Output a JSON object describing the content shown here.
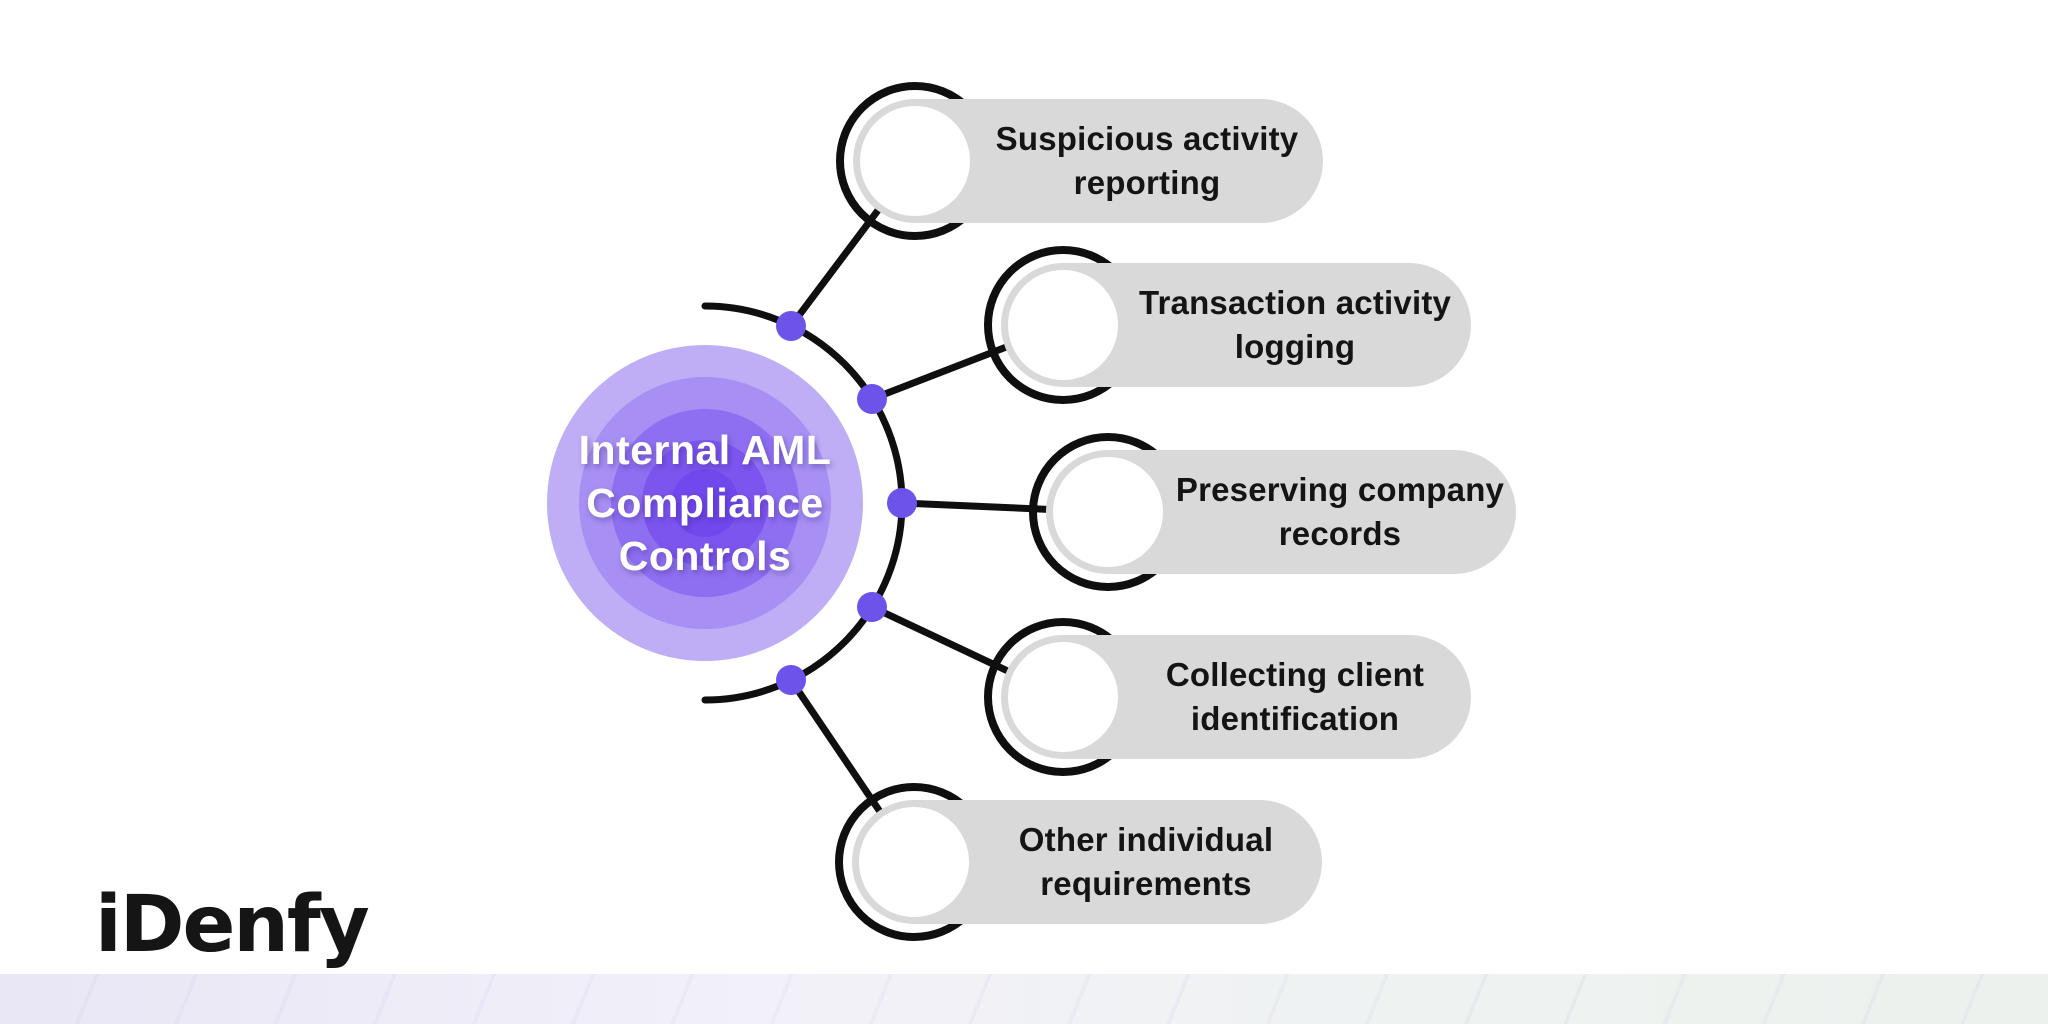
{
  "hub": {
    "line1": "Internal AML",
    "line2": "Compliance",
    "line3": "Controls"
  },
  "nodes": [
    {
      "line1": "Suspicious activity",
      "line2": "reporting"
    },
    {
      "line1": "Transaction activity",
      "line2": "logging"
    },
    {
      "line1": "Preserving company",
      "line2": "records"
    },
    {
      "line1": "Collecting client",
      "line2": "identification"
    },
    {
      "line1": "Other individual",
      "line2": "requirements"
    }
  ],
  "logo": {
    "text": "iDenfy"
  },
  "colors": {
    "hub_ring_1": "#bfaef6",
    "hub_ring_2": "#a78ff3",
    "hub_ring_3": "#8f6ff1",
    "hub_ring_4": "#7c55ef",
    "hub_core": "#7048ed",
    "hub_text": "#ffffff",
    "connector_dot": "#6e53ea",
    "line": "#0f0f0f",
    "pill_bg": "#d9d9d9",
    "node_core": "#ffffff",
    "label_text": "#141414",
    "logo_color": "#151515",
    "footer_left": "#e9e6f5",
    "footer_right": "#ecf1ee"
  }
}
